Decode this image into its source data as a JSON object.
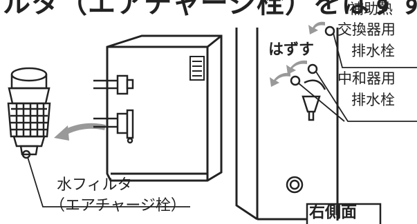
{
  "header": {
    "text": "ルタ（エアチャージ栓）をはずす"
  },
  "labels": {
    "remove": "はずす",
    "aux_drain": [
      "補助熱",
      "交換器用",
      "排水栓"
    ],
    "neutralizer_drain": [
      "中和器用",
      "排水栓"
    ],
    "water_filter": [
      "水フィルタ",
      "（エアチャージ栓）"
    ],
    "side_view": "右側面"
  }
}
